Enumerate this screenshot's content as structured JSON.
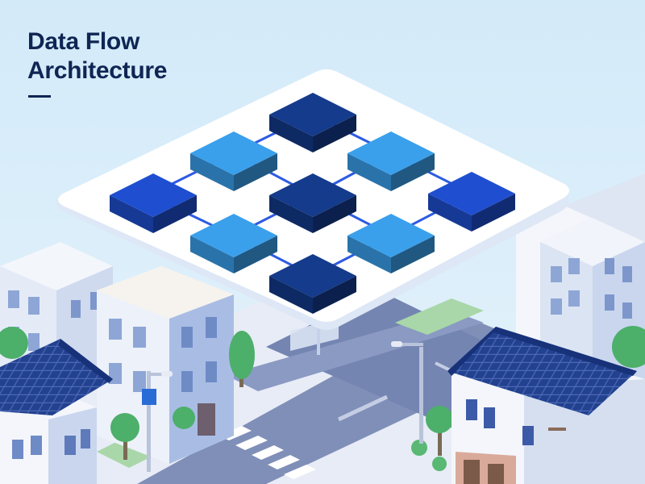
{
  "header": {
    "title_line1": "Data Flow",
    "title_line2": "Architecture"
  },
  "diagram": {
    "nodes": [
      {
        "id": "top-node",
        "color": "#143b8c"
      },
      {
        "id": "upper-left-node",
        "color": "#3aa0ec"
      },
      {
        "id": "upper-right-node",
        "color": "#3aa0ec"
      },
      {
        "id": "left-node",
        "color": "#1f4fd0"
      },
      {
        "id": "center-node",
        "color": "#143b8c"
      },
      {
        "id": "right-node",
        "color": "#1f4fd0"
      },
      {
        "id": "lower-left-node",
        "color": "#3aa0ec"
      },
      {
        "id": "lower-right-node",
        "color": "#3aa0ec"
      },
      {
        "id": "bottom-node",
        "color": "#143b8c"
      }
    ],
    "connector_color": "#2d5be3"
  },
  "colors": {
    "sky": "#d6ebf8",
    "title_text": "#0f2554",
    "platform": "#ffffff",
    "road": "#7f8fb8",
    "roof": "#1e3a8a",
    "tree": "#4caf6a"
  }
}
